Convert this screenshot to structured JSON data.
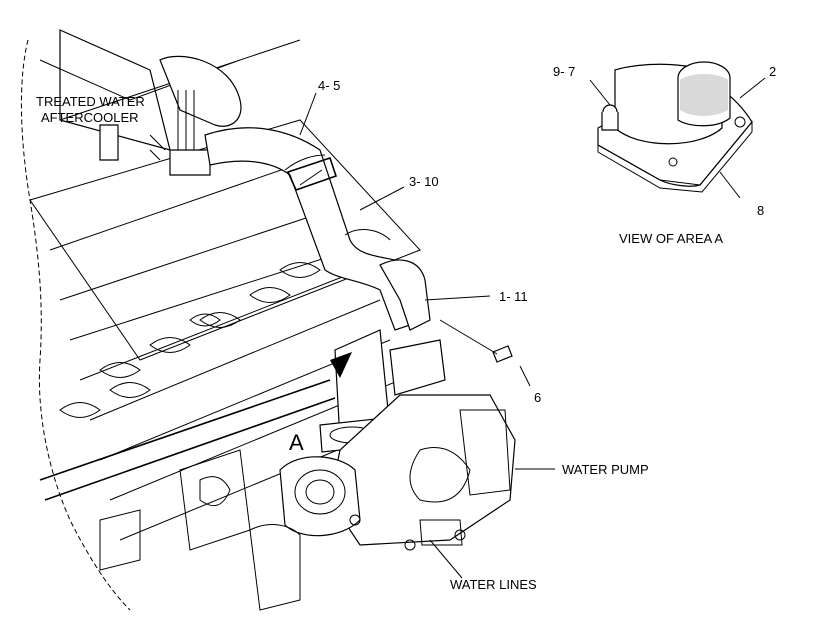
{
  "labels": {
    "treated_water_line1": "TREATED WATER",
    "treated_water_line2": "AFTERCOOLER",
    "part_4_5": "4- 5",
    "part_3_10": "3- 10",
    "part_1_11": "1- 11",
    "part_6": "6",
    "part_9_7": "9- 7",
    "part_2": "2",
    "part_8": "8",
    "view_of_area": "VIEW OF AREA  A",
    "area_marker": "A",
    "water_pump": "WATER PUMP",
    "water_lines": "WATER LINES"
  }
}
